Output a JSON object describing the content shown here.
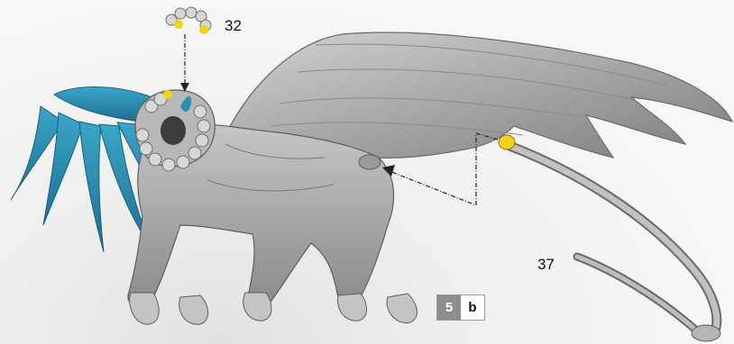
{
  "assembly": {
    "parts": [
      {
        "number": "32",
        "icon": "head-part-icon"
      },
      {
        "number": "37",
        "icon": "tail-part-icon"
      }
    ],
    "step": {
      "number": "5",
      "sub": "b"
    }
  },
  "colors": {
    "model_grey": "#a9a9a9",
    "model_dark": "#6f6f6f",
    "wing_blue": "#2b8fb3",
    "connector_yellow": "#f2d21b",
    "badge_grey": "#8e8e8e"
  }
}
